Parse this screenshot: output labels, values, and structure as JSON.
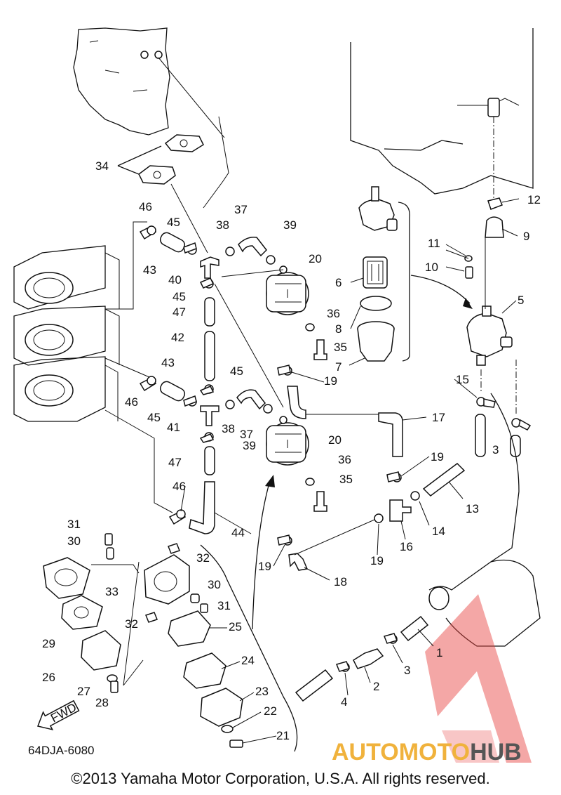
{
  "diagram_code": "64DJA-6080",
  "fwd_label": "FWD",
  "copyright": "©2013 Yamaha Motor Corporation, U.S.A. All rights reserved.",
  "watermark": {
    "part1": "AUTOMOTO",
    "part2": "HUB",
    "color1": "#f0b23c",
    "color2": "#555555",
    "logo_color": "#e8433f"
  },
  "callouts": [
    "1",
    "2",
    "3",
    "3",
    "4",
    "5",
    "6",
    "7",
    "8",
    "9",
    "10",
    "11",
    "12",
    "13",
    "14",
    "15",
    "16",
    "17",
    "18",
    "19",
    "19",
    "19",
    "19",
    "20",
    "20",
    "21",
    "22",
    "23",
    "24",
    "25",
    "26",
    "27",
    "28",
    "29",
    "30",
    "30",
    "31",
    "31",
    "32",
    "32",
    "33",
    "34",
    "35",
    "35",
    "36",
    "36",
    "37",
    "37",
    "38",
    "38",
    "39",
    "39",
    "40",
    "41",
    "42",
    "43",
    "43",
    "44",
    "45",
    "45",
    "45",
    "45",
    "46",
    "46",
    "46",
    "47",
    "47"
  ]
}
